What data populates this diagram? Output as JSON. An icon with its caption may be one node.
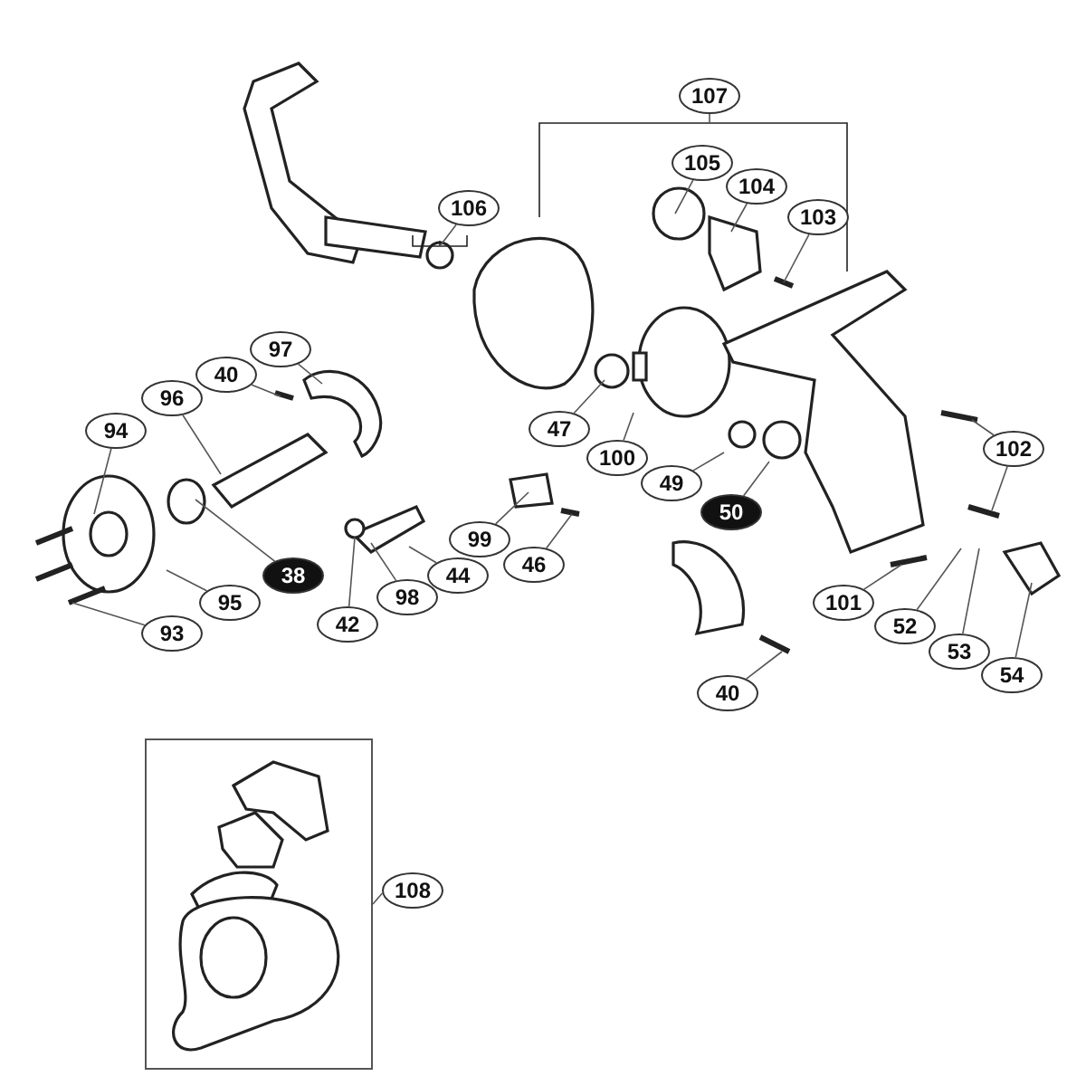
{
  "diagram": {
    "nodes": [
      {
        "text": [
          "107"
        ]
      },
      {
        "text": [
          "105"
        ]
      },
      {
        "text": [
          "104"
        ]
      },
      {
        "text": [
          "106"
        ]
      },
      {
        "text": [
          "103"
        ]
      },
      {
        "text": [
          "97"
        ]
      },
      {
        "text": [
          "40"
        ]
      },
      {
        "text": [
          "96"
        ]
      },
      {
        "text": [
          "94"
        ]
      },
      {
        "text": [
          "47"
        ]
      },
      {
        "text": [
          "102"
        ]
      },
      {
        "text": [
          "100"
        ]
      },
      {
        "text": [
          "49"
        ]
      },
      {
        "text": [
          "50"
        ]
      },
      {
        "text": [
          "99"
        ]
      },
      {
        "text": [
          "46"
        ]
      },
      {
        "text": [
          "38"
        ]
      },
      {
        "text": [
          "44"
        ]
      },
      {
        "text": [
          "95"
        ]
      },
      {
        "text": [
          "98"
        ]
      },
      {
        "text": [
          "101"
        ]
      },
      {
        "text": [
          "42"
        ]
      },
      {
        "text": [
          "52"
        ]
      },
      {
        "text": [
          "93"
        ]
      },
      {
        "text": [
          "53"
        ]
      },
      {
        "text": [
          "54"
        ]
      },
      {
        "text": [
          "40"
        ]
      },
      {
        "text": [],
        "shape": "box"
      },
      {
        "text": [
          "108"
        ]
      }
    ],
    "edges": [
      {
        "from": 0,
        "to": null,
        "arrow": "none"
      },
      {
        "from": 1,
        "to": null,
        "arrow": "none"
      },
      {
        "from": 2,
        "to": null,
        "arrow": "none"
      },
      {
        "from": 3,
        "to": null,
        "arrow": "none"
      },
      {
        "from": 4,
        "to": null,
        "arrow": "none"
      },
      {
        "from": 5,
        "to": null,
        "arrow": "none"
      },
      {
        "from": 6,
        "to": null,
        "arrow": "none"
      },
      {
        "from": 7,
        "to": null,
        "arrow": "none"
      },
      {
        "from": 8,
        "to": null,
        "arrow": "none"
      },
      {
        "from": 9,
        "to": null,
        "arrow": "none"
      },
      {
        "from": 10,
        "to": null,
        "arrow": "none"
      },
      {
        "from": 10,
        "to": null,
        "arrow": "none"
      },
      {
        "from": 11,
        "to": null,
        "arrow": "none"
      },
      {
        "from": 12,
        "to": null,
        "arrow": "none"
      },
      {
        "from": 13,
        "to": null,
        "arrow": "none"
      },
      {
        "from": 14,
        "to": null,
        "arrow": "none"
      },
      {
        "from": 15,
        "to": null,
        "arrow": "none"
      },
      {
        "from": 16,
        "to": null,
        "arrow": "none"
      },
      {
        "from": 17,
        "to": null,
        "arrow": "none"
      },
      {
        "from": 18,
        "to": null,
        "arrow": "none"
      },
      {
        "from": 19,
        "to": null,
        "arrow": "none"
      },
      {
        "from": 20,
        "to": null,
        "arrow": "none"
      },
      {
        "from": 21,
        "to": null,
        "arrow": "none"
      },
      {
        "from": 22,
        "to": null,
        "arrow": "none"
      },
      {
        "from": 23,
        "to": null,
        "arrow": "none"
      },
      {
        "from": 24,
        "to": null,
        "arrow": "none"
      },
      {
        "from": 25,
        "to": null,
        "arrow": "none"
      },
      {
        "from": 26,
        "to": null,
        "arrow": "none"
      },
      {
        "from": 28,
        "to": 27,
        "arrow": "none"
      }
    ]
  }
}
